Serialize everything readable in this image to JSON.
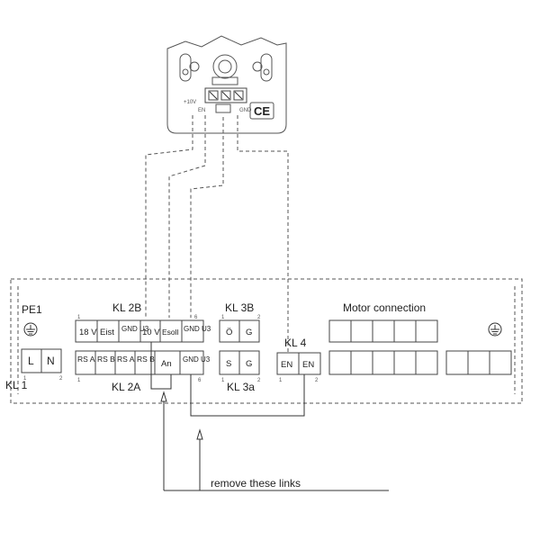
{
  "control_unit": {
    "ce_mark": "CE",
    "label_10v": "+10V",
    "label_en": "EN",
    "label_gnd": "GND"
  },
  "labels": {
    "pe1": "PE1",
    "kl1": "KL 1",
    "kl2b": "KL 2B",
    "kl2a": "KL 2A",
    "kl3b": "KL 3B",
    "kl3a": "KL 3a",
    "kl4": "KL 4",
    "motor": "Motor connection",
    "remove": "remove these links"
  },
  "kl1_terminals": [
    "L",
    "N"
  ],
  "kl2b_terminals": [
    "18 V",
    "Eist",
    "GND U3",
    "10 V",
    "Esoll",
    "GND U3"
  ],
  "kl2a_terminals": [
    "RS A",
    "RS B",
    "RS A",
    "RS B",
    "An",
    "GND U3"
  ],
  "kl3b_terminals": [
    "Ö",
    "G"
  ],
  "kl3a_terminals": [
    "S",
    "G"
  ],
  "kl4_terminals": [
    "EN",
    "EN"
  ],
  "pin_numbers": {
    "kl1_1": "1",
    "kl1_2": "2",
    "kl2b_1": "1",
    "kl2b_6": "6",
    "kl2a_1": "1",
    "kl2a_6": "6",
    "kl3b_1": "1",
    "kl3b_2": "2",
    "kl3a_1": "1",
    "kl3a_2": "2",
    "kl4_1": "1",
    "kl4_2": "2"
  }
}
